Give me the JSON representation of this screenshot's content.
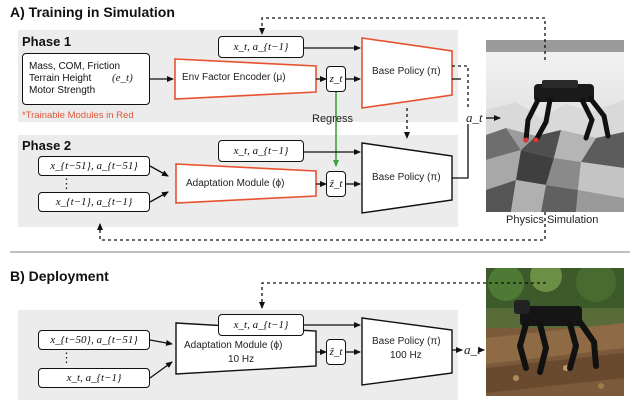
{
  "sections": {
    "training_title": "A) Training in Simulation",
    "deployment_title": "B) Deployment"
  },
  "phase1": {
    "title": "Phase 1",
    "env_factors_lines": [
      "Mass, COM, Friction",
      "Terrain Height",
      "Motor Strength"
    ],
    "env_factors_symbol": "(e_t)",
    "encoder_label": "Env Factor Encoder (μ)",
    "z_label": "z_t",
    "input_label": "x_t, a_{t−1}",
    "policy_label": "Base Policy (π)"
  },
  "trainable_note": "*Trainable Modules in Red",
  "regress_label": "Regress",
  "phase2": {
    "title": "Phase 2",
    "history_top": "x_{t−51}, a_{t−51}",
    "history_dots": "⋮",
    "history_bottom": "x_{t−1}, a_{t−1}",
    "adaptation_label": "Adaptation Module (ϕ)",
    "z_hat_label": "ẑ_t",
    "input_label": "x_t, a_{t−1}",
    "policy_label": "Base Policy (π)"
  },
  "action_label": "a_t",
  "physics_caption": "Physics Simulation",
  "deployment": {
    "history_top": "x_{t−50}, a_{t−51}",
    "history_dots": "⋮",
    "history_bottom": "x_t, a_{t−1}",
    "adaptation_label": "Adaptation Module (ϕ)",
    "adaptation_rate": "10 Hz",
    "z_hat_label": "ẑ_t",
    "input_label": "x_t, a_{t−1}",
    "policy_label": "Base Policy (π)",
    "policy_rate": "100 Hz",
    "action_label": "a_t"
  },
  "colors": {
    "trainable": "#e8512f",
    "regress": "#3aa53a",
    "phase_bg": "#ececec"
  }
}
